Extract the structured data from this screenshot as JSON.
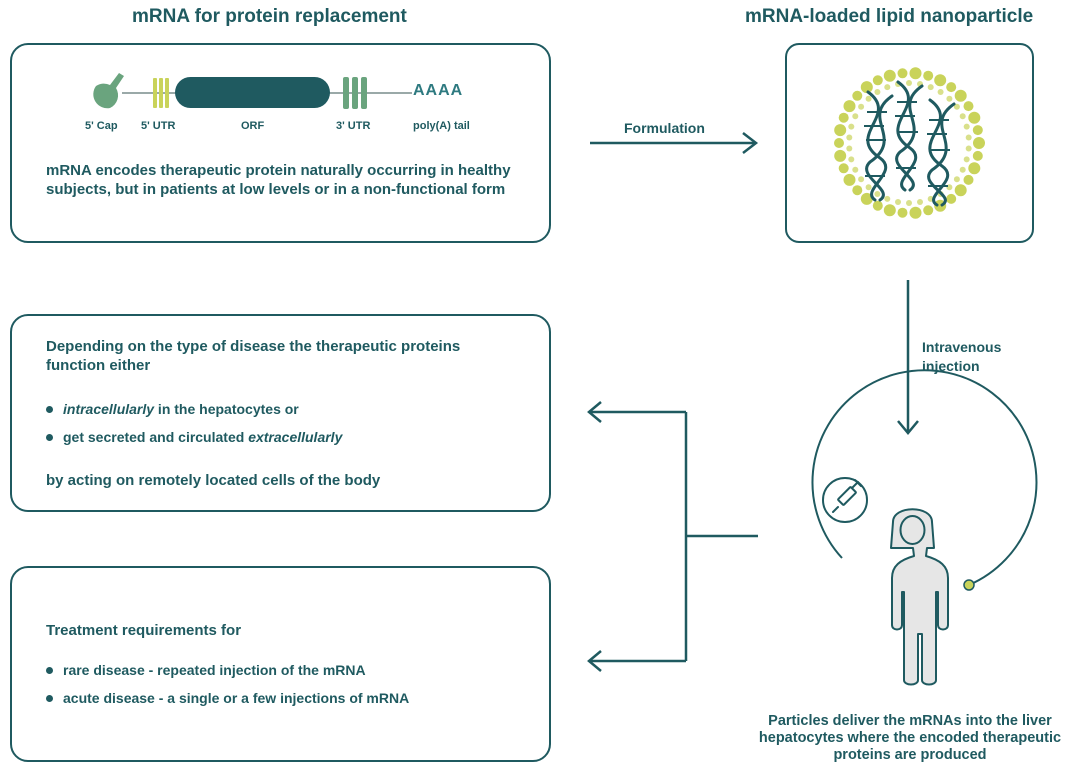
{
  "panel_mrna": {
    "title": "mRNA for protein replacement",
    "labels": {
      "cap": "5' Cap",
      "utr5": "5' UTR",
      "orf": "ORF",
      "utr3": "3' UTR",
      "polya_tail": "poly(A) tail",
      "polya_seq": "AAAA"
    },
    "description": "mRNA encodes therapeutic protein naturally occurring in healthy subjects, but in patients at low levels or in a non-functional form"
  },
  "panel_lnp": {
    "title": "mRNA-loaded lipid nanoparticle"
  },
  "arrows": {
    "formulation": "Formulation",
    "injection_line1": "Intravenous",
    "injection_line2": "injection"
  },
  "panel_function": {
    "intro": "Depending on the type of disease the therapeutic proteins function either",
    "bullet1_em": "intracellularly",
    "bullet1_rest": " in the hepatocytes or",
    "bullet2_rest": "get secreted and circulated ",
    "bullet2_em": "extracellularly",
    "outro": "by acting on remotely located cells of the body"
  },
  "panel_treatment": {
    "heading": "Treatment requirements for",
    "bullet1": "rare disease - repeated injection of the mRNA",
    "bullet2": "acute disease - a single or a few injections of mRNA"
  },
  "patient_caption": "Particles deliver the mRNAs into the liver hepatocytes where the encoded therapeutic proteins are produced",
  "colors": {
    "primary": "#1f5a60",
    "accent_green": "#6aa47e",
    "lipid_green": "#c9d35a",
    "figure_fill": "#e6e6e6"
  }
}
